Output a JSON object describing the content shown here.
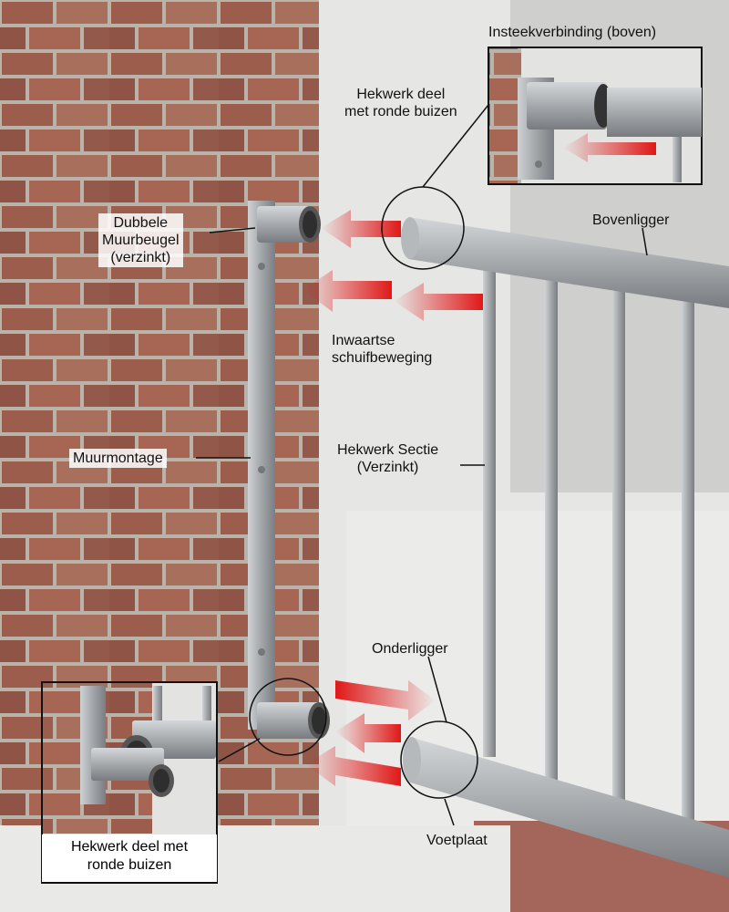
{
  "labels": {
    "insert_connection": "Insteekverbinding (boven)",
    "section_round_tubes_top": "Hekwerk deel\nmet ronde buizen",
    "double_wall_bracket": "Dubbele\nMuurbeugel\n(verzinkt)",
    "top_rail": "Bovenligger",
    "inward_slide": "Inwaartse\nschuifbeweging",
    "wall_mount": "Muurmontage",
    "fence_section": "Hekwerk Sectie\n(Verzinkt)",
    "bottom_rail": "Onderligger",
    "foot_plate": "Voetplaat",
    "section_round_tubes_bottom": "Hekwerk deel met\nronde buizen"
  },
  "colors": {
    "arrow": "#e01818",
    "brick": "#9a5a48",
    "steel": "#a9adb0",
    "wall": "#e4e4e2"
  }
}
